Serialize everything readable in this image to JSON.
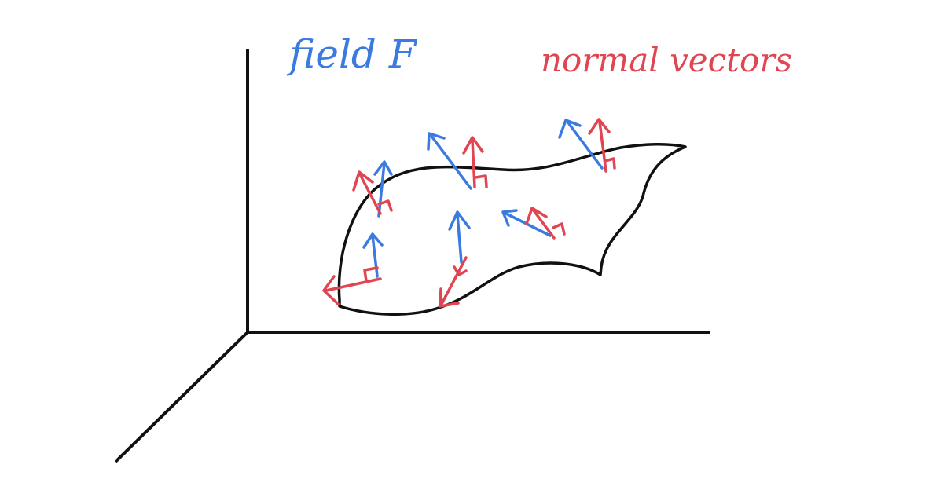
{
  "labels": {
    "field": "field F",
    "normal": "normal vectors"
  },
  "colors": {
    "field": "#3b7be0",
    "normal": "#e04552",
    "ink": "#111111",
    "background": "#ffffff"
  },
  "vector_pairs": [
    {
      "id": "pair-1"
    },
    {
      "id": "pair-2"
    },
    {
      "id": "pair-3"
    },
    {
      "id": "pair-4"
    },
    {
      "id": "pair-5"
    },
    {
      "id": "pair-6"
    },
    {
      "id": "pair-7"
    }
  ]
}
